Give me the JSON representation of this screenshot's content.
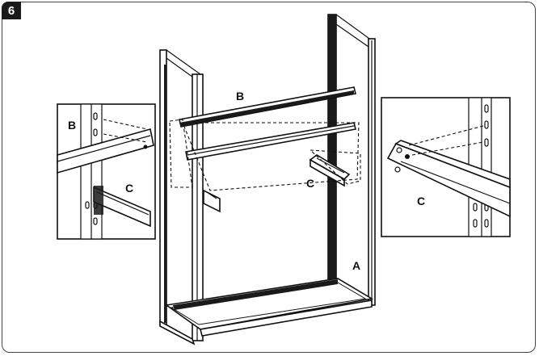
{
  "step": {
    "number": "6"
  },
  "labels": {
    "beam_main": "B",
    "beam_front_right": "C",
    "upright_right": "A",
    "detail_left_top": "B",
    "detail_left_bottom": "C",
    "detail_right": "C"
  },
  "colors": {
    "line": "#111111",
    "background": "#ffffff",
    "badge": "#1a1a1a",
    "beam_dark": "#1a1a1a"
  }
}
